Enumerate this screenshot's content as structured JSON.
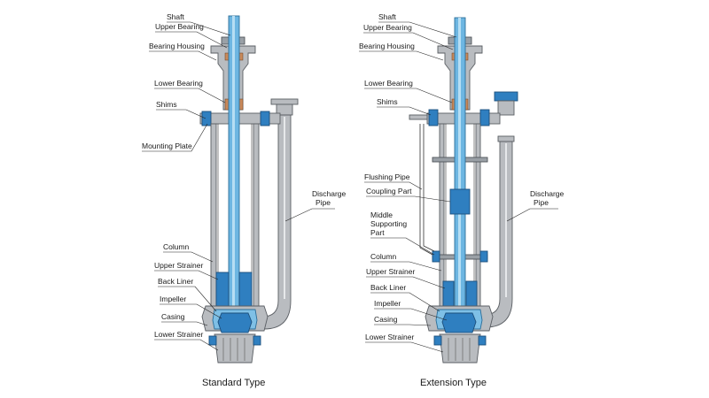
{
  "captions": {
    "standard": "Standard Type",
    "extension": "Extension Type"
  },
  "standard_labels": {
    "shaft": "Shaft",
    "upper_bearing": "Upper Bearing",
    "bearing_housing": "Bearing Housing",
    "lower_bearing": "Lower Bearing",
    "shims": "Shims",
    "mounting_plate": "Mounting Plate",
    "discharge_pipe_1": "Discharge",
    "discharge_pipe_2": "Pipe",
    "column": "Column",
    "upper_strainer": "Upper Strainer",
    "back_liner": "Back Liner",
    "impeller": "Impeller",
    "casing": "Casing",
    "lower_strainer": "Lower Strainer"
  },
  "extension_labels": {
    "shaft": "Shaft",
    "upper_bearing": "Upper Bearing",
    "bearing_housing": "Bearing Housing",
    "lower_bearing": "Lower Bearing",
    "shims": "Shims",
    "flushing_pipe": "Flushing Pipe",
    "coupling_part": "Coupling Part",
    "middle_supporting_1": "Middle",
    "middle_supporting_2": "Supporting",
    "middle_supporting_3": "Part",
    "discharge_pipe_1": "Discharge",
    "discharge_pipe_2": "Pipe",
    "column": "Column",
    "upper_strainer": "Upper Strainer",
    "back_liner": "Back Liner",
    "impeller": "Impeller",
    "casing": "Casing",
    "lower_strainer": "Lower Strainer"
  },
  "colors": {
    "steel": "#b9bcc0",
    "shaft_blue": "#6db6e2",
    "strainer_blue": "#2f7fc0",
    "bearing": "#c9895a"
  }
}
